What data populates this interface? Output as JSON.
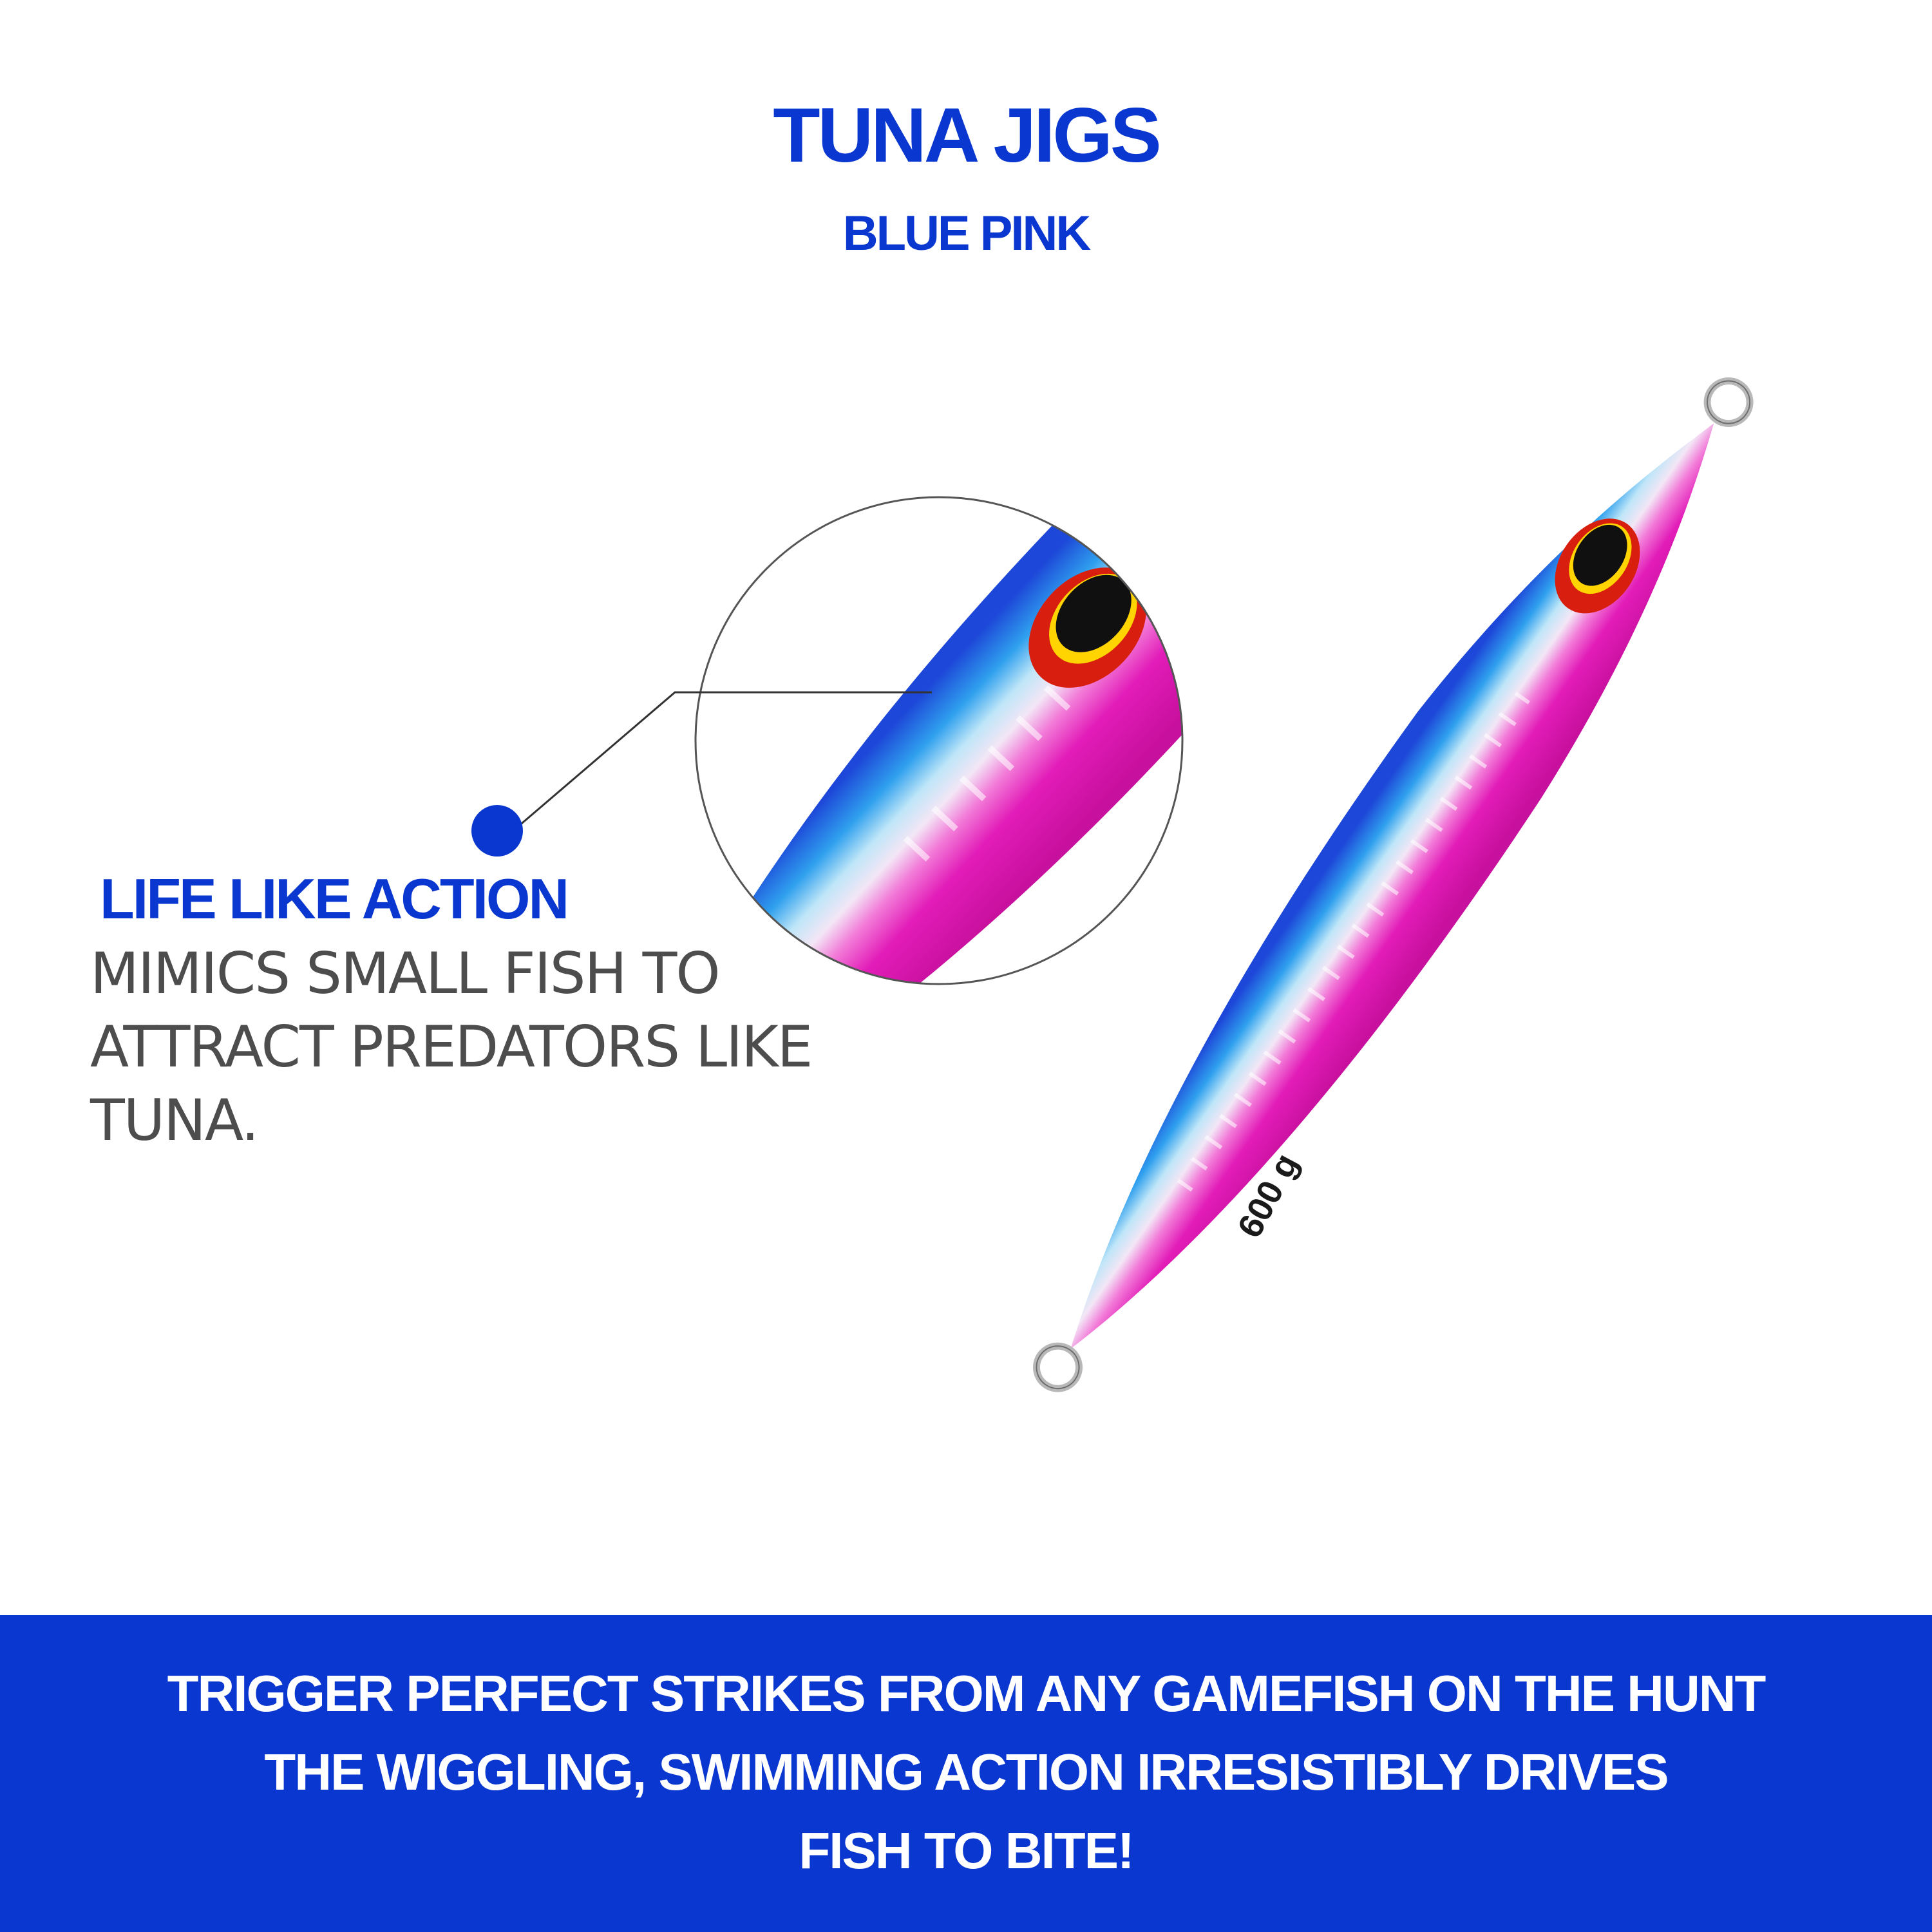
{
  "header": {
    "title": "TUNA JIGS",
    "subtitle": "BLUE PINK"
  },
  "product": {
    "weight_label": "600 g",
    "colors": {
      "brand_blue": "#0a37cf",
      "body_pink": "#e01cb8",
      "back_blue": "#1f64e0",
      "eye_red": "#d81e0e",
      "eye_ring": "#ffd400"
    }
  },
  "feature": {
    "title": "LIFE LIKE ACTION",
    "description": "MIMICS SMALL FISH TO ATTRACT PREDATORS LIKE TUNA."
  },
  "banner": {
    "lines": [
      "TRIGGER PERFECT STRIKES FROM ANY GAMEFISH ON THE HUNT",
      "THE WIGGLING, SWIMMING ACTION IRRESISTIBLY DRIVES",
      "FISH TO BITE!"
    ]
  }
}
